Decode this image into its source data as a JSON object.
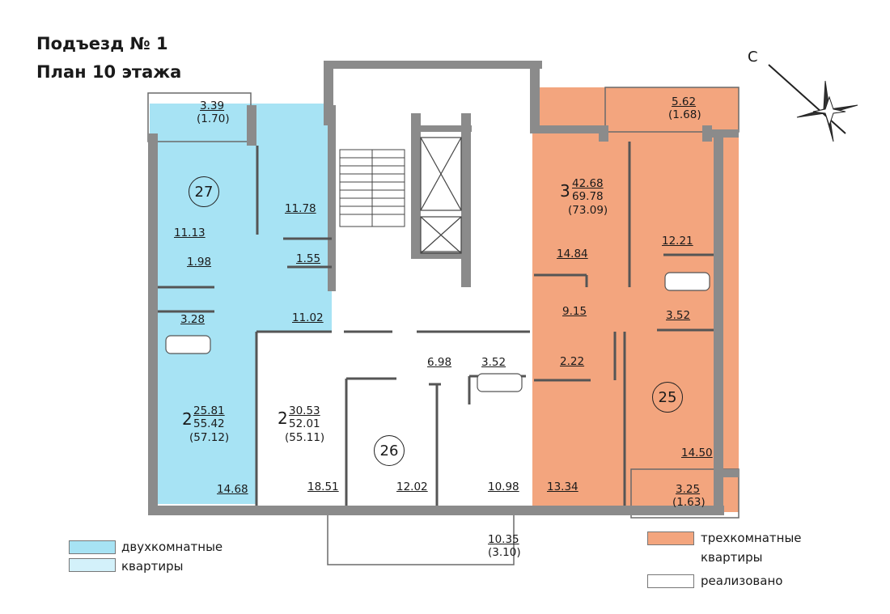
{
  "header": {
    "line1": "Подъезд № 1",
    "line2": "План 10 этажа"
  },
  "compass": {
    "north_letter": "С"
  },
  "colors": {
    "two_room": "#a7e3f4",
    "three_room": "#f3a57e",
    "sold": "#ffffff",
    "wall": "#8b8b8b"
  },
  "apartments": [
    {
      "number": "27",
      "rooms": "2",
      "living": "25.81",
      "total": "55.42",
      "total_with_balcony": "(57.12)",
      "type": "two_room"
    },
    {
      "number": "26",
      "rooms": "2",
      "living": "30.53",
      "total": "52.01",
      "total_with_balcony": "(55.11)",
      "type": "sold"
    },
    {
      "number": "25",
      "rooms": "3",
      "living": "42.68",
      "total": "69.78",
      "total_with_balcony": "(73.09)",
      "type": "three_room"
    }
  ],
  "rooms": {
    "balcony27": "3.39",
    "balcony27_reduced": "(1.70)",
    "r27_1113": "11.13",
    "r27_1178": "11.78",
    "r27_198": "1.98",
    "r27_155": "1.55",
    "r27_328": "3.28",
    "r27_1102": "11.02",
    "r27_1468": "14.68",
    "r26_698": "6.98",
    "r26_352": "3.52",
    "r26_1851": "18.51",
    "r26_1202": "12.02",
    "r26_1098": "10.98",
    "balcony26": "10.35",
    "balcony26_reduced": "(3.10)",
    "balcony25_top": "5.62",
    "balcony25_top_reduced": "(1.68)",
    "r25_1484": "14.84",
    "r25_1221": "12.21",
    "r25_915": "9.15",
    "r25_352": "3.52",
    "r25_222": "2.22",
    "r25_1334": "13.34",
    "r25_1450": "14.50",
    "balcony25_bottom": "3.25",
    "balcony25_bottom_reduced": "(1.63)"
  },
  "legend": {
    "two_room_line1": "двухкомнатные",
    "two_room_line2": "квартиры",
    "three_room_line1": "трехкомнатные",
    "three_room_line2": "квартиры",
    "sold": "реализовано"
  }
}
